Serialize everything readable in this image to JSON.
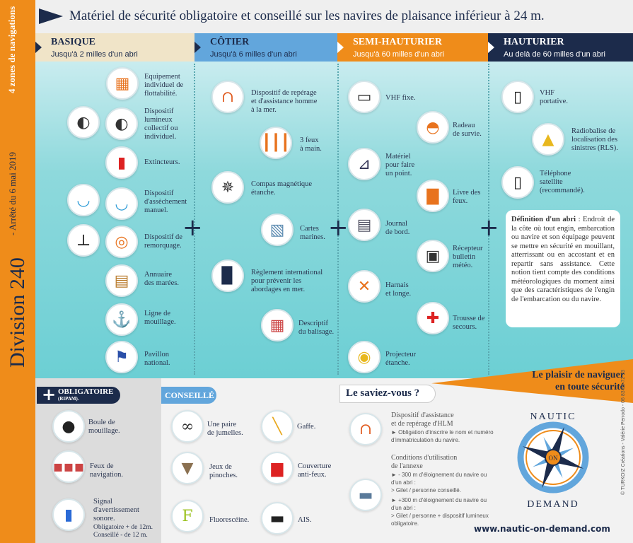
{
  "sidebar": {
    "zones": "4 zones de navigations",
    "decree": "- Arrêté du 6 mai 2019",
    "division": "Division 240"
  },
  "title": "Matériel de sécurité obligatoire et conseillé sur les navires de plaisance inférieur à 24 m.",
  "zones": [
    {
      "name": "BASIQUE",
      "sub": "Jusqu'à 2 milles d'un abri",
      "color": "#f0e4c8"
    },
    {
      "name": "CÔTIER",
      "sub": "Jusqu'à 6 milles d'un abri",
      "color": "#62a6dc"
    },
    {
      "name": "SEMI-HAUTURIER",
      "sub": "Jusqu'à 60 milles d'un abri",
      "color": "#ef8c1a"
    },
    {
      "name": "HAUTURIER",
      "sub": "Au delà de 60 milles d'un abri",
      "color": "#1c2b4b"
    }
  ],
  "items": [
    {
      "label": "Equipement\nindividuel de\nflottabilité.",
      "icon": "life-jacket-icon"
    },
    {
      "label": "Dispositif\nlumineux\ncollectif ou\nindividuel.",
      "icon": "flashlight-icon"
    },
    {
      "label": "Extincteurs.",
      "icon": "fire-extinguisher-icon"
    },
    {
      "label": "Dispositif\nd'assèchement\nmanuel.",
      "icon": "bucket-icon"
    },
    {
      "label": "Dispositif de\nremorquage.",
      "icon": "tow-rope-icon"
    },
    {
      "label": "Annuaire\ndes marées.",
      "icon": "tide-book-icon"
    },
    {
      "label": "Ligne de\nmouillage.",
      "icon": "anchor-icon"
    },
    {
      "label": "Pavillon\nnational.",
      "icon": "flag-icon"
    },
    {
      "label": "Dispositif de repérage\net d'assistance homme\nà la mer.",
      "icon": "lifebuoy-icon"
    },
    {
      "label": "3 feux\nà main.",
      "icon": "hand-flares-icon"
    },
    {
      "label": "Compas magnétique\nétanche.",
      "icon": "compass-icon"
    },
    {
      "label": "Cartes\nmarines.",
      "icon": "chart-map-icon"
    },
    {
      "label": "Règlement international\npour prévenir les\nabordages en mer.",
      "icon": "ripam-book-icon"
    },
    {
      "label": "Descriptif\ndu balisage.",
      "icon": "buoyage-chart-icon"
    },
    {
      "label": "VHF fixe.",
      "icon": "vhf-radio-icon"
    },
    {
      "label": "Radeau\nde survie.",
      "icon": "life-raft-icon"
    },
    {
      "label": "Matériel\npour faire\nun point.",
      "icon": "navigation-tools-icon"
    },
    {
      "label": "Livre des\nfeux.",
      "icon": "lights-book-icon"
    },
    {
      "label": "Journal\nde bord.",
      "icon": "logbook-icon"
    },
    {
      "label": "Récepteur\nbulletin\nmétéo.",
      "icon": "weather-radio-icon"
    },
    {
      "label": "Harnais\net longe.",
      "icon": "harness-icon"
    },
    {
      "label": "Trousse de\nsecours.",
      "icon": "first-aid-kit-icon"
    },
    {
      "label": "Projecteur\nétanche.",
      "icon": "spotlight-icon"
    },
    {
      "label": "VHF\nportative.",
      "icon": "handheld-vhf-icon"
    },
    {
      "label": "Radiobalise de\nlocalisation des\nsinistres (RLS).",
      "icon": "epirb-icon"
    },
    {
      "label": "Téléphone\nsatellite\n(recommandé).",
      "icon": "satellite-phone-icon"
    }
  ],
  "extra_icons": [
    "flashlight-icon",
    "bucket-icon",
    "cleat-icon"
  ],
  "definition": {
    "title": "Définition d'un abri",
    "text": " : Endroit de la côte où tout engin, embarcation ou navire et son équipage peuvent se mettre en sécurité en mouillant, atterrissant ou en accostant et en repartir sans assistance. Cette notion tient compte des conditions météorologiques du moment ainsi que des caractéristiques de l'engin de l'embarcation ou du navire."
  },
  "obligatoire": {
    "tag": "OBLIGATOIRE",
    "sub": "(RIPAM).",
    "items": [
      {
        "label": "Boule de\nmouillage.",
        "icon": "anchor-ball-icon"
      },
      {
        "label": "Feux de\nnavigation.",
        "icon": "navigation-lights-icon"
      },
      {
        "label": "Signal\nd'avertissement\nsonore.",
        "icon": "air-horn-icon"
      }
    ],
    "note": "Obligatoire + de 12m.\nConseillé - de 12 m."
  },
  "conseille": {
    "tag": "CONSEILLÉ",
    "items": [
      {
        "label": "Une paire\nde jumelles.",
        "icon": "binoculars-icon"
      },
      {
        "label": "Jeux de\npinoches.",
        "icon": "wooden-plugs-icon"
      },
      {
        "label": "Fluorescéine.",
        "icon": "fluorescein-icon"
      },
      {
        "label": "Gaffe.",
        "icon": "boat-hook-icon"
      },
      {
        "label": "Couverture\nanti-feux.",
        "icon": "fire-blanket-icon"
      },
      {
        "label": "AIS.",
        "icon": "ais-icon"
      }
    ]
  },
  "saviez": {
    "title": "Le saviez-vous ?",
    "hlm": {
      "title": "Dispositif d'assistance\net de repérage d'HLM",
      "text": "► Obligation d'inscrire le nom et numéro d'immatriculation du navire."
    },
    "annexe": {
      "title": "Conditions d'utilisation\nde l'annexe",
      "p1": "► - 300 m d'éloignement du navire ou d'un abri :\n> Gilet / personne conseillé.",
      "p2": "► +300 m d'éloignement du navire ou d'un abri :\n> Gilet / personne + dispositif lumineux obligatoire."
    }
  },
  "banner": "Le plaisir de naviguer\nen toute sécurité",
  "logo": {
    "top": "NAUTIC",
    "center": "ON",
    "bottom": "DEMAND"
  },
  "url": "www.nautic-on-demand.com",
  "credit": "© TURKOIZ Créations - Valérie Perrodo - 06 83 09 72 93"
}
